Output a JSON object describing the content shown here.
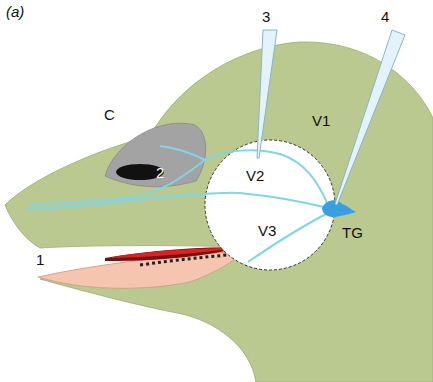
{
  "diagram": {
    "labels": [
      "(a)",
      "C",
      "2",
      "1",
      "3",
      "4",
      "V1",
      "V2",
      "V3",
      "TG"
    ]
  }
}
